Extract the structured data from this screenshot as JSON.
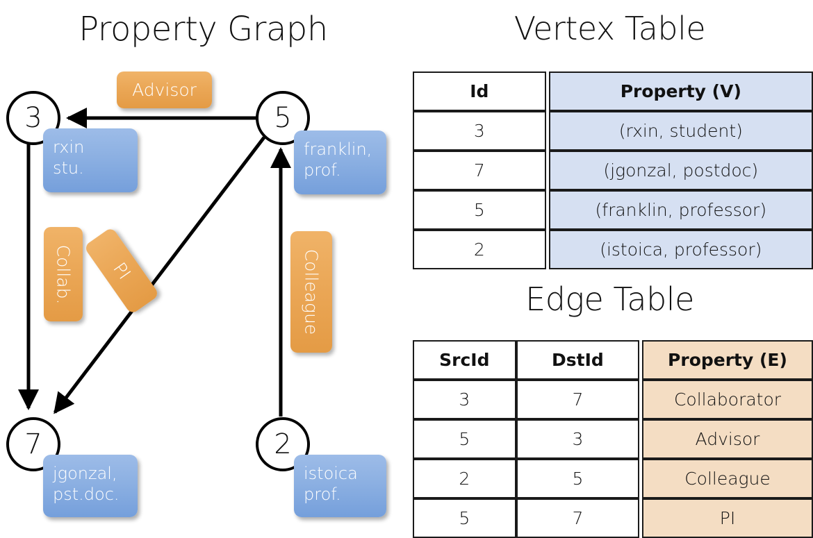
{
  "titles": {
    "graph": "Property Graph",
    "vertex_table": "Vertex Table",
    "edge_table": "Edge Table"
  },
  "graph": {
    "nodes": [
      {
        "id": "3",
        "label": "3",
        "property_line1": "rxin",
        "property_line2": "stu."
      },
      {
        "id": "5",
        "label": "5",
        "property_line1": "franklin,",
        "property_line2": "prof."
      },
      {
        "id": "7",
        "label": "7",
        "property_line1": "jgonzal,",
        "property_line2": "pst.doc."
      },
      {
        "id": "2",
        "label": "2",
        "property_line1": "istoica",
        "property_line2": "prof."
      }
    ],
    "edge_labels": [
      {
        "name": "advisor",
        "text": "Advisor",
        "from": "5",
        "to": "3"
      },
      {
        "name": "collab",
        "text": "Collab.",
        "from": "3",
        "to": "7"
      },
      {
        "name": "pi",
        "text": "PI",
        "from": "5",
        "to": "7"
      },
      {
        "name": "colleague",
        "text": "Colleague",
        "from": "2",
        "to": "5"
      }
    ],
    "colors": {
      "node_fill": "#ffffff",
      "node_stroke": "#000000",
      "property_box": "#8cb0e2",
      "edge_label_box": "#eaa655",
      "edge_line": "#000000"
    }
  },
  "vertex_table": {
    "headers": [
      "Id",
      "Property (V)"
    ],
    "rows": [
      {
        "id": "3",
        "property": "(rxin, student)"
      },
      {
        "id": "7",
        "property": "(jgonzal, postdoc)"
      },
      {
        "id": "5",
        "property": "(franklin, professor)"
      },
      {
        "id": "2",
        "property": "(istoica, professor)"
      }
    ],
    "shade_color": "#d6e0f2"
  },
  "edge_table": {
    "headers": [
      "SrcId",
      "DstId",
      "Property (E)"
    ],
    "rows": [
      {
        "src": "3",
        "dst": "7",
        "property": "Collaborator"
      },
      {
        "src": "5",
        "dst": "3",
        "property": "Advisor"
      },
      {
        "src": "2",
        "dst": "5",
        "property": "Colleague"
      },
      {
        "src": "5",
        "dst": "7",
        "property": "PI"
      }
    ],
    "shade_color": "#f4ddc3"
  }
}
